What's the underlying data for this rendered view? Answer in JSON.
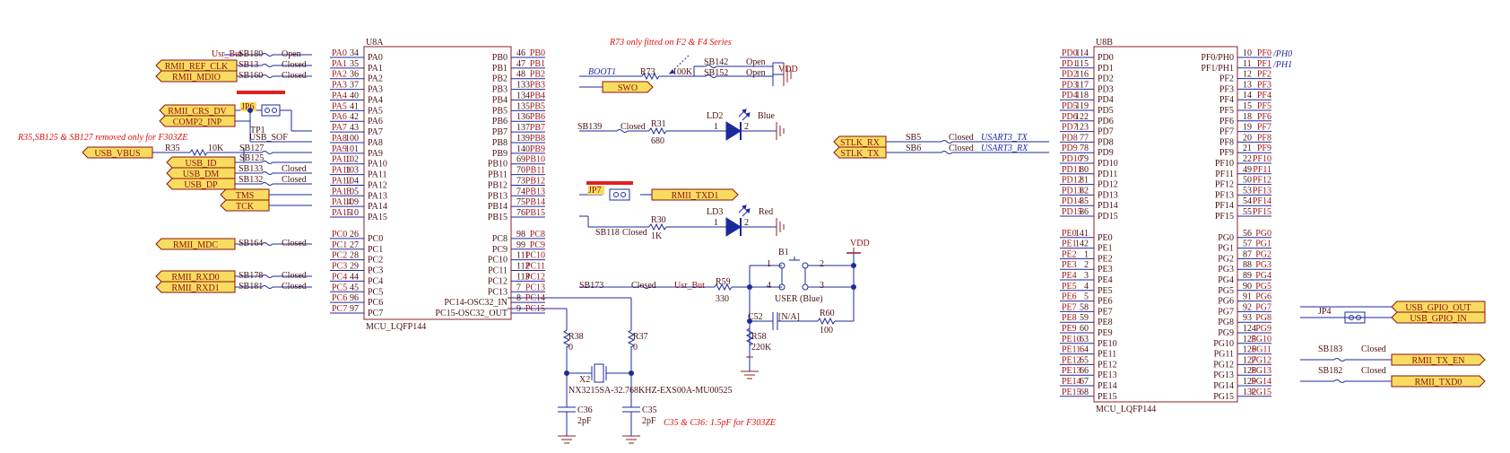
{
  "colors": {
    "wire": "#1c2a9c",
    "net": "#a01818",
    "body": "#8c2020",
    "red_note": "#e01010",
    "label_fill": "#f8dc60",
    "label_text": "#8c1010",
    "dark": "#4a1010",
    "jp_mark": "#e02020",
    "jp_bg": "#f8dc60"
  },
  "u8a": {
    "ref": "U8A",
    "footprint": "MCU_LQFP144",
    "left_pins": [
      {
        "name": "PA0",
        "num": "34",
        "net": "PA0"
      },
      {
        "name": "PA1",
        "num": "35",
        "net": "PA1"
      },
      {
        "name": "PA2",
        "num": "36",
        "net": "PA2"
      },
      {
        "name": "PA3",
        "num": "37",
        "net": "PA3"
      },
      {
        "name": "PA4",
        "num": "40",
        "net": "PA4"
      },
      {
        "name": "PA5",
        "num": "41",
        "net": "PA5"
      },
      {
        "name": "PA6",
        "num": "42",
        "net": "PA6"
      },
      {
        "name": "PA7",
        "num": "43",
        "net": "PA7"
      },
      {
        "name": "PA8",
        "num": "100",
        "net": "PA8"
      },
      {
        "name": "PA9",
        "num": "101",
        "net": "PA9"
      },
      {
        "name": "PA10",
        "num": "102",
        "net": "PA10"
      },
      {
        "name": "PA11",
        "num": "103",
        "net": "PA11"
      },
      {
        "name": "PA12",
        "num": "104",
        "net": "PA12"
      },
      {
        "name": "PA13",
        "num": "105",
        "net": "PA13"
      },
      {
        "name": "PA14",
        "num": "109",
        "net": "PA14"
      },
      {
        "name": "PA15",
        "num": "110",
        "net": "PA15"
      },
      {
        "name": "PC0",
        "num": "26",
        "net": "PC0"
      },
      {
        "name": "PC1",
        "num": "27",
        "net": "PC1"
      },
      {
        "name": "PC2",
        "num": "28",
        "net": "PC2"
      },
      {
        "name": "PC3",
        "num": "29",
        "net": "PC3"
      },
      {
        "name": "PC4",
        "num": "44",
        "net": "PC4"
      },
      {
        "name": "PC5",
        "num": "45",
        "net": "PC5"
      },
      {
        "name": "PC6",
        "num": "96",
        "net": "PC6"
      },
      {
        "name": "PC7",
        "num": "97",
        "net": "PC7"
      }
    ],
    "right_pins": [
      {
        "name": "PB0",
        "num": "46",
        "net": "PB0"
      },
      {
        "name": "PB1",
        "num": "47",
        "net": "PB1"
      },
      {
        "name": "PB2",
        "num": "48",
        "net": "PB2"
      },
      {
        "name": "PB3",
        "num": "133",
        "net": "PB3"
      },
      {
        "name": "PB4",
        "num": "134",
        "net": "PB4"
      },
      {
        "name": "PB5",
        "num": "135",
        "net": "PB5"
      },
      {
        "name": "PB6",
        "num": "136",
        "net": "PB6"
      },
      {
        "name": "PB7",
        "num": "137",
        "net": "PB7"
      },
      {
        "name": "PB8",
        "num": "139",
        "net": "PB8"
      },
      {
        "name": "PB9",
        "num": "140",
        "net": "PB9"
      },
      {
        "name": "PB10",
        "num": "69",
        "net": "PB10"
      },
      {
        "name": "PB11",
        "num": "70",
        "net": "PB11"
      },
      {
        "name": "PB12",
        "num": "73",
        "net": "PB12"
      },
      {
        "name": "PB13",
        "num": "74",
        "net": "PB13"
      },
      {
        "name": "PB14",
        "num": "75",
        "net": "PB14"
      },
      {
        "name": "PB15",
        "num": "76",
        "net": "PB15"
      },
      {
        "name": "PC8",
        "num": "98",
        "net": "PC8"
      },
      {
        "name": "PC9",
        "num": "99",
        "net": "PC9"
      },
      {
        "name": "PC10",
        "num": "111",
        "net": "PC10"
      },
      {
        "name": "PC11",
        "num": "112",
        "net": "PC11"
      },
      {
        "name": "PC12",
        "num": "113",
        "net": "PC12"
      },
      {
        "name": "PC13",
        "num": "7",
        "net": "PC13"
      },
      {
        "name": "PC14-OSC32_IN",
        "num": "8",
        "net": "PC14"
      },
      {
        "name": "PC15-OSC32_OUT",
        "num": "9",
        "net": "PC15"
      }
    ]
  },
  "u8b": {
    "ref": "U8B",
    "footprint": "MCU_LQFP144",
    "left_pins": [
      {
        "name": "PD0",
        "num": "114",
        "net": "PD0"
      },
      {
        "name": "PD1",
        "num": "115",
        "net": "PD1"
      },
      {
        "name": "PD2",
        "num": "116",
        "net": "PD2"
      },
      {
        "name": "PD3",
        "num": "117",
        "net": "PD3"
      },
      {
        "name": "PD4",
        "num": "118",
        "net": "PD4"
      },
      {
        "name": "PD5",
        "num": "119",
        "net": "PD5"
      },
      {
        "name": "PD6",
        "num": "122",
        "net": "PD6"
      },
      {
        "name": "PD7",
        "num": "123",
        "net": "PD7"
      },
      {
        "name": "PD8",
        "num": "77",
        "net": "PD8"
      },
      {
        "name": "PD9",
        "num": "78",
        "net": "PD9"
      },
      {
        "name": "PD10",
        "num": "79",
        "net": "PD10"
      },
      {
        "name": "PD11",
        "num": "80",
        "net": "PD11"
      },
      {
        "name": "PD12",
        "num": "81",
        "net": "PD12"
      },
      {
        "name": "PD13",
        "num": "82",
        "net": "PD13"
      },
      {
        "name": "PD14",
        "num": "85",
        "net": "PD14"
      },
      {
        "name": "PD15",
        "num": "86",
        "net": "PD15"
      },
      {
        "name": "PE0",
        "num": "141",
        "net": "PE0"
      },
      {
        "name": "PE1",
        "num": "142",
        "net": "PE1"
      },
      {
        "name": "PE2",
        "num": "1",
        "net": "PE2"
      },
      {
        "name": "PE3",
        "num": "2",
        "net": "PE3"
      },
      {
        "name": "PE4",
        "num": "3",
        "net": "PE4"
      },
      {
        "name": "PE5",
        "num": "4",
        "net": "PE5"
      },
      {
        "name": "PE6",
        "num": "5",
        "net": "PE6"
      },
      {
        "name": "PE7",
        "num": "58",
        "net": "PE7"
      },
      {
        "name": "PE8",
        "num": "59",
        "net": "PE8"
      },
      {
        "name": "PE9",
        "num": "60",
        "net": "PE9"
      },
      {
        "name": "PE10",
        "num": "63",
        "net": "PE10"
      },
      {
        "name": "PE11",
        "num": "64",
        "net": "PE11"
      },
      {
        "name": "PE12",
        "num": "65",
        "net": "PE12"
      },
      {
        "name": "PE13",
        "num": "66",
        "net": "PE13"
      },
      {
        "name": "PE14",
        "num": "67",
        "net": "PE14"
      },
      {
        "name": "PE15",
        "num": "68",
        "net": "PE15"
      }
    ],
    "right_pins": [
      {
        "name": "PF0/PH0",
        "num": "10",
        "net": "PF0"
      },
      {
        "name": "PF1/PH1",
        "num": "11",
        "net": "PF1"
      },
      {
        "name": "PF2",
        "num": "12",
        "net": "PF2"
      },
      {
        "name": "PF3",
        "num": "13",
        "net": "PF3"
      },
      {
        "name": "PF4",
        "num": "14",
        "net": "PF4"
      },
      {
        "name": "PF5",
        "num": "15",
        "net": "PF5"
      },
      {
        "name": "PF6",
        "num": "18",
        "net": "PF6"
      },
      {
        "name": "PF7",
        "num": "19",
        "net": "PF7"
      },
      {
        "name": "PF8",
        "num": "20",
        "net": "PF8"
      },
      {
        "name": "PF9",
        "num": "21",
        "net": "PF9"
      },
      {
        "name": "PF10",
        "num": "22",
        "net": "PF10"
      },
      {
        "name": "PF11",
        "num": "49",
        "net": "PF11"
      },
      {
        "name": "PF12",
        "num": "50",
        "net": "PF12"
      },
      {
        "name": "PF13",
        "num": "53",
        "net": "PF13"
      },
      {
        "name": "PF14",
        "num": "54",
        "net": "PF14"
      },
      {
        "name": "PF15",
        "num": "55",
        "net": "PF15"
      },
      {
        "name": "PG0",
        "num": "56",
        "net": "PG0"
      },
      {
        "name": "PG1",
        "num": "57",
        "net": "PG1"
      },
      {
        "name": "PG2",
        "num": "87",
        "net": "PG2"
      },
      {
        "name": "PG3",
        "num": "88",
        "net": "PG3"
      },
      {
        "name": "PG4",
        "num": "89",
        "net": "PG4"
      },
      {
        "name": "PG5",
        "num": "90",
        "net": "PG5"
      },
      {
        "name": "PG6",
        "num": "91",
        "net": "PG6"
      },
      {
        "name": "PG7",
        "num": "92",
        "net": "PG7"
      },
      {
        "name": "PG8",
        "num": "93",
        "net": "PG8"
      },
      {
        "name": "PG9",
        "num": "124",
        "net": "PG9"
      },
      {
        "name": "PG10",
        "num": "125",
        "net": "PG10"
      },
      {
        "name": "PG11",
        "num": "126",
        "net": "PG11"
      },
      {
        "name": "PG12",
        "num": "127",
        "net": "PG12"
      },
      {
        "name": "PG13",
        "num": "128",
        "net": "PG13"
      },
      {
        "name": "PG14",
        "num": "129",
        "net": "PG14"
      },
      {
        "name": "PG15",
        "num": "132",
        "net": "PG15"
      }
    ],
    "pf0_alias": "/PH0",
    "pf1_alias": "/PH1"
  },
  "solder_bridges": {
    "sb180": {
      "ref": "SB180",
      "state": "Open"
    },
    "sb13": {
      "ref": "SB13",
      "state": "Closed"
    },
    "sb160": {
      "ref": "SB160",
      "state": "Closed"
    },
    "sb127": {
      "ref": "SB127"
    },
    "sb125": {
      "ref": "SB125"
    },
    "sb133": {
      "ref": "SB133",
      "state": "Closed"
    },
    "sb132": {
      "ref": "SB132",
      "state": "Closed"
    },
    "sb164": {
      "ref": "SB164",
      "state": "Closed"
    },
    "sb178": {
      "ref": "SB178",
      "state": "Closed"
    },
    "sb181": {
      "ref": "SB181",
      "state": "Closed"
    },
    "sb142": {
      "ref": "SB142",
      "state": "Open"
    },
    "sb152": {
      "ref": "SB152",
      "state": "Open"
    },
    "sb139": {
      "ref": "SB139",
      "state": "Closed"
    },
    "sb118": {
      "ref": "SB118",
      "state": "Closed"
    },
    "sb173": {
      "ref": "SB173",
      "state": "Closed"
    },
    "sb5": {
      "ref": "SB5",
      "state": "Closed"
    },
    "sb6": {
      "ref": "SB6",
      "state": "Closed"
    },
    "sb183": {
      "ref": "SB183",
      "state": "Closed"
    },
    "sb182": {
      "ref": "SB182",
      "state": "Closed"
    }
  },
  "net_labels": {
    "rmii_ref_clk": "RMII_REF_CLK",
    "rmii_mdio": "RMII_MDIO",
    "rmii_crs_dv": "RMII_CRS_DV",
    "comp2_inp": "COMP2_INP",
    "usb_vbus": "USB_VBUS",
    "usb_id": "USB_ID",
    "usb_dm": "USB_DM",
    "usb_dp": "USB_DP",
    "tms": "TMS",
    "tck": "TCK",
    "rmii_mdc": "RMII_MDC",
    "rmii_rxd0": "RMII_RXD0",
    "rmii_rxd1": "RMII_RXD1",
    "swo": "SWO",
    "rmii_txd1": "RMII_TXD1",
    "stlk_rx": "STLK_RX",
    "stlk_tx": "STLK_TX",
    "usb_gpio_out": "USB_GPIO_OUT",
    "usb_gpio_in": "USB_GPIO_IN",
    "rmii_tx_en": "RMII_TX_EN",
    "rmii_txd0": "RMII_TXD0"
  },
  "texts": {
    "usr_but": "Usr_But",
    "usb_sof": "USB_SOF",
    "boot1": "BOOT1",
    "vdd": "VDD",
    "usart3_tx": "USART3_TX",
    "usart3_rx": "USART3_RX",
    "blue": "Blue",
    "red": "Red",
    "user_blue": "USER (Blue)",
    "na": "[N/A]"
  },
  "notes": {
    "r73": "R73 only fitted on F2 & F4 Series",
    "r35": "R35,SB125 & SB127 removed only for F303ZE",
    "c35": "C35 & C36: 1.5pF for F303ZE"
  },
  "parts": {
    "r35": {
      "ref": "R35",
      "value": "10K"
    },
    "r73": {
      "ref": "R73",
      "value": "100K"
    },
    "r31": {
      "ref": "R31",
      "value": "680"
    },
    "r30": {
      "ref": "R30",
      "value": "1K"
    },
    "r59": {
      "ref": "R59",
      "value": "330"
    },
    "r60": {
      "ref": "R60",
      "value": "100"
    },
    "r58": {
      "ref": "R58",
      "value": "220K"
    },
    "r38": {
      "ref": "R38",
      "value": "0"
    },
    "r37": {
      "ref": "R37",
      "value": "0"
    },
    "c52": {
      "ref": "C52"
    },
    "c36": {
      "ref": "C36",
      "value": "2pF"
    },
    "c35": {
      "ref": "C35",
      "value": "2pF"
    },
    "ld2": {
      "ref": "LD2"
    },
    "ld3": {
      "ref": "LD3"
    },
    "b1": {
      "ref": "B1"
    },
    "x2": {
      "ref": "X2",
      "value": "NX3215SA-32.768KHZ-EXS00A-MU00525"
    },
    "jp6": {
      "ref": "JP6"
    },
    "jp7": {
      "ref": "JP7"
    },
    "jp4": {
      "ref": "JP4"
    },
    "tp1": {
      "ref": "TP1"
    }
  },
  "pin_digits": {
    "one": "1",
    "two": "2",
    "three": "3",
    "four": "4"
  }
}
